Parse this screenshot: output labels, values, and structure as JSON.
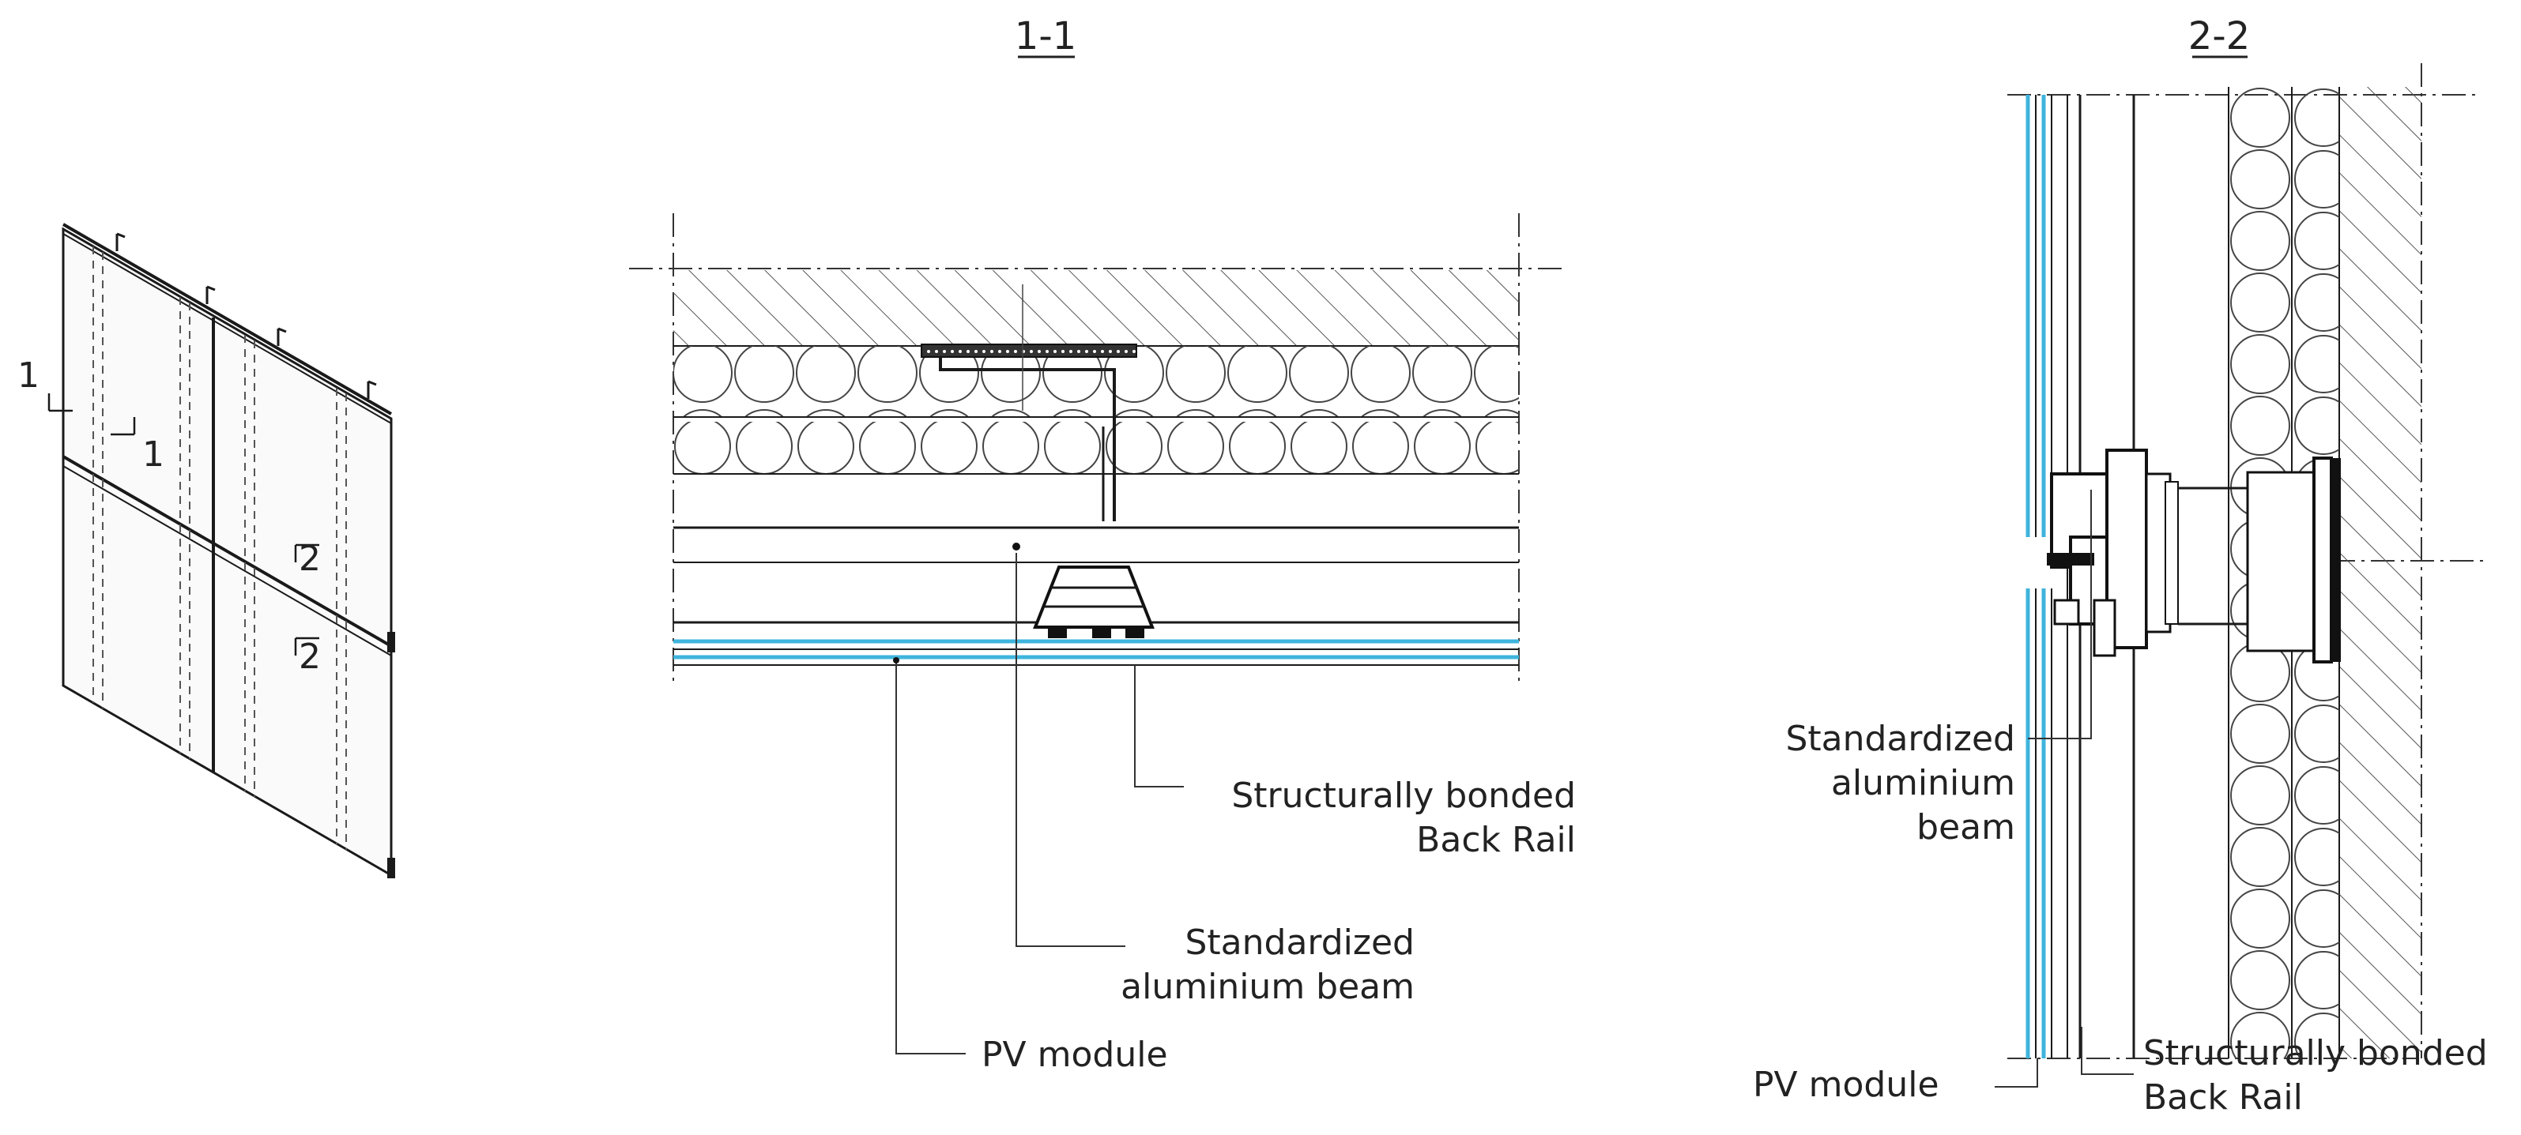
{
  "colors": {
    "pv_glass": "#3fb4dc",
    "line": "#1a1a1a",
    "background": "#ffffff"
  },
  "iso_view": {
    "mark_1a": "1",
    "mark_1b": "1",
    "mark_2a": "2",
    "mark_2b": "2"
  },
  "section_1": {
    "title": "1-1",
    "label_back_rail_line1": "Structurally bonded",
    "label_back_rail_line2": "Back Rail",
    "label_beam_line1": "Standardized",
    "label_beam_line2": "aluminium beam",
    "label_pv": "PV module"
  },
  "section_2": {
    "title": "2-2",
    "label_beam_line1": "Standardized",
    "label_beam_line2": "aluminium",
    "label_beam_line3": "beam",
    "label_pv": "PV module",
    "label_back_rail_line1": "Structurally bonded",
    "label_back_rail_line2": "Back Rail"
  }
}
